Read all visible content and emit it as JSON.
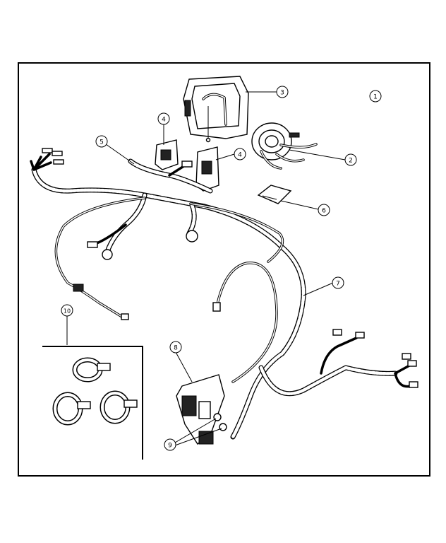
{
  "callouts": [
    {
      "id": "1",
      "label": "1"
    },
    {
      "id": "2",
      "label": "2"
    },
    {
      "id": "3",
      "label": "3"
    },
    {
      "id": "4a",
      "label": "4"
    },
    {
      "id": "4b",
      "label": "4"
    },
    {
      "id": "5",
      "label": "5"
    },
    {
      "id": "6",
      "label": "6"
    },
    {
      "id": "7",
      "label": "7"
    },
    {
      "id": "8",
      "label": "8"
    },
    {
      "id": "9",
      "label": "9"
    },
    {
      "id": "10",
      "label": "10"
    }
  ],
  "colors": {
    "line": "#000000",
    "background": "#ffffff"
  }
}
